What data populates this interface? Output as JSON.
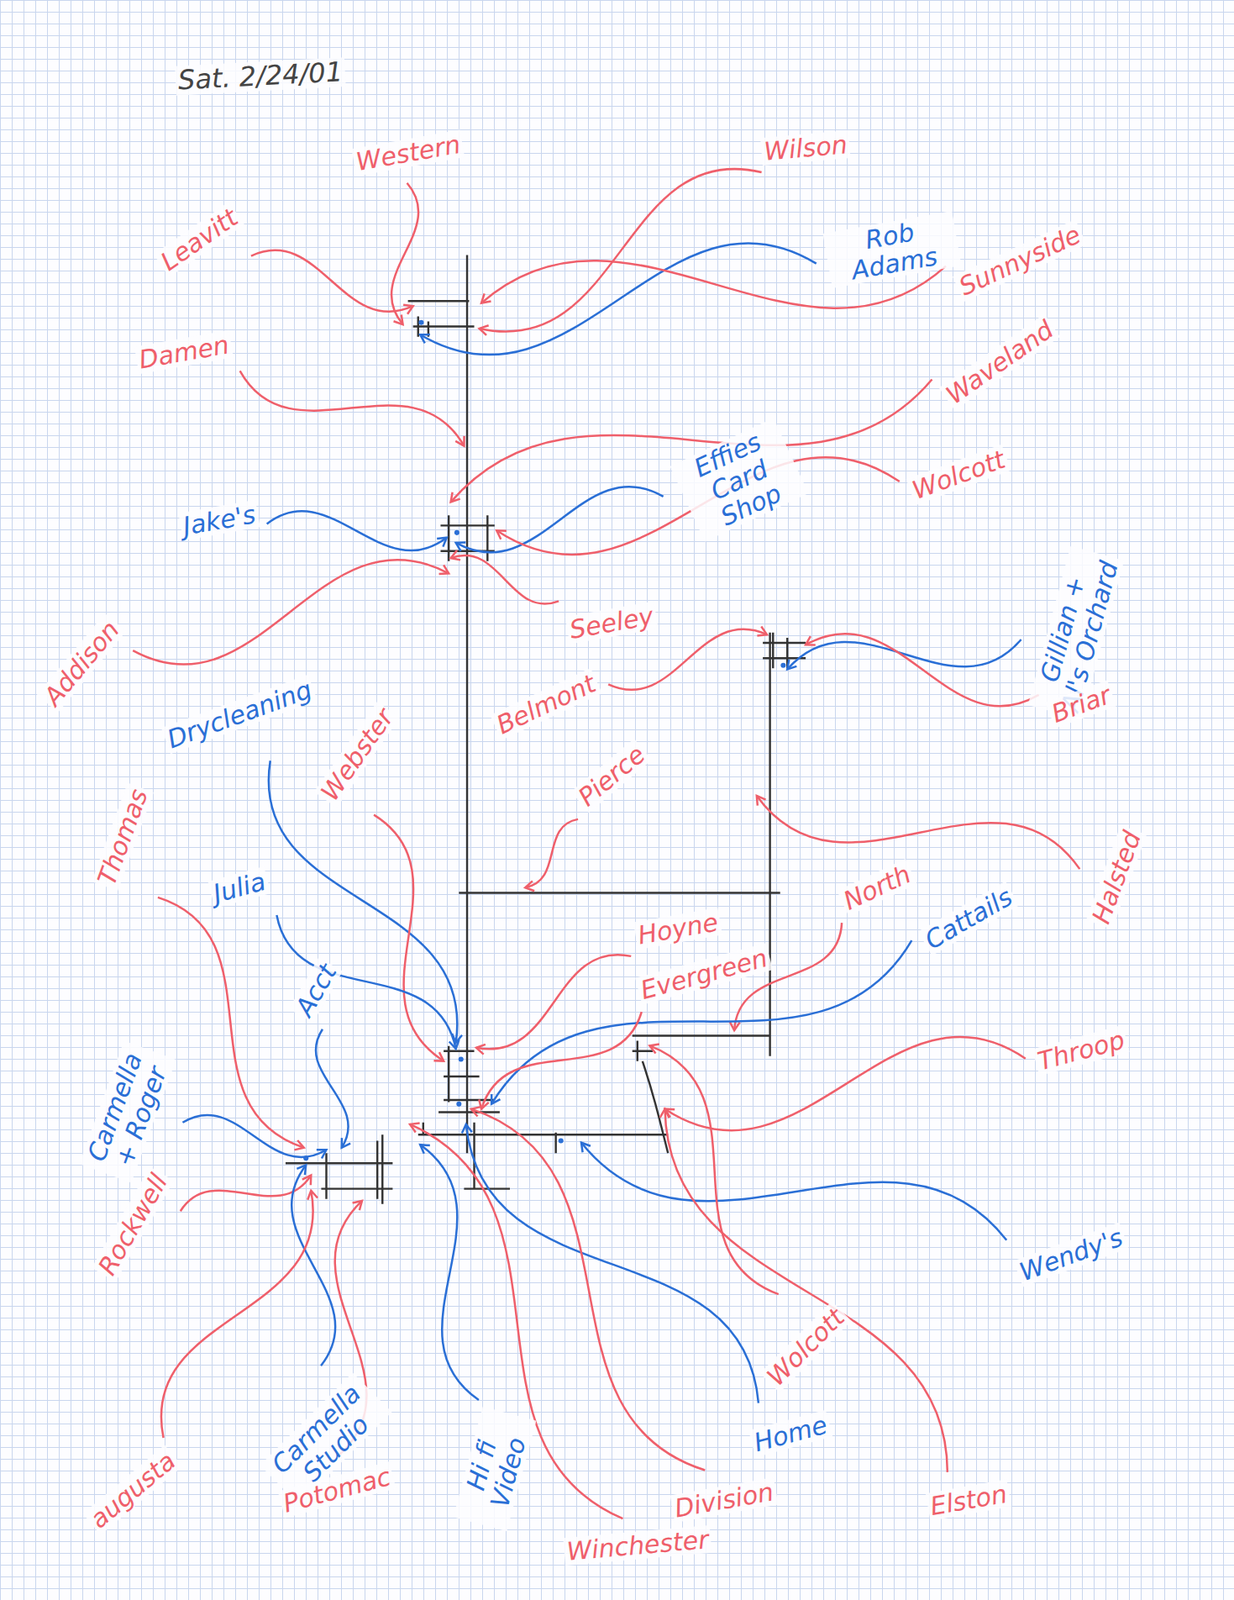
{
  "diagram": {
    "title": "Sat. 2/24/01",
    "labels": [
      "Western",
      "Wilson",
      "Leavitt",
      "Rob Adams",
      "Sunnyside",
      "Damen",
      "Waveland",
      "Effies Card Shop",
      "Jake's",
      "Wolcott",
      "Seeley",
      "Addison",
      "Gillian + Al's Orchard",
      "Belmont",
      "Briar",
      "Drycleaning",
      "Webster",
      "Pierce",
      "Thomas",
      "Julia",
      "North",
      "Halsted",
      "Cattails",
      "Hoyne",
      "Evergreen",
      "Acct",
      "Carmella + Roger",
      "Throop",
      "Rockwell",
      "Wendy's",
      "Wolcott",
      "Carmella Studio",
      "Hi fi Video",
      "Home",
      "augusta",
      "Potomac",
      "Division",
      "Elston",
      "Winchester"
    ]
  }
}
